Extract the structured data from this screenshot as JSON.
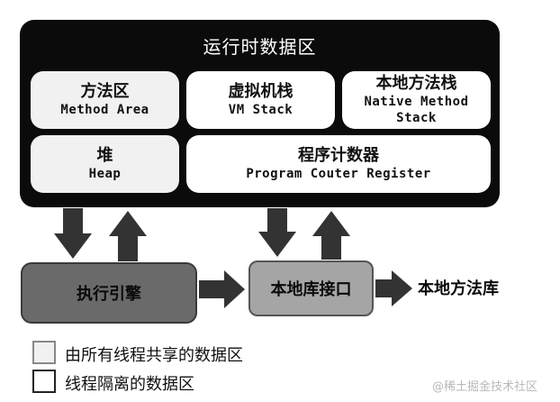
{
  "runtime": {
    "title": "运行时数据区",
    "method_area": {
      "zh": "方法区",
      "en": "Method Area"
    },
    "vm_stack": {
      "zh": "虚拟机栈",
      "en": "VM Stack"
    },
    "native_stack": {
      "zh": "本地方法栈",
      "en1": "Native Method",
      "en2": "Stack"
    },
    "heap": {
      "zh": "堆",
      "en": "Heap"
    },
    "pc_register": {
      "zh": "程序计数器",
      "en": "Program Couter Register"
    }
  },
  "execution_engine": "执行引擎",
  "native_interface": "本地库接口",
  "native_library": "本地方法库",
  "legend": {
    "shared": "由所有线程共享的数据区",
    "private": "线程隔离的数据区"
  },
  "watermark": "@稀土掘金技术社区",
  "colors": {
    "runtime_bg": "#0b0b0b",
    "shared_fill": "#f1f1f1",
    "private_fill": "#ffffff",
    "engine_fill": "#6a6a6a",
    "interface_fill": "#a5a5a5",
    "arrow": "#333333"
  }
}
